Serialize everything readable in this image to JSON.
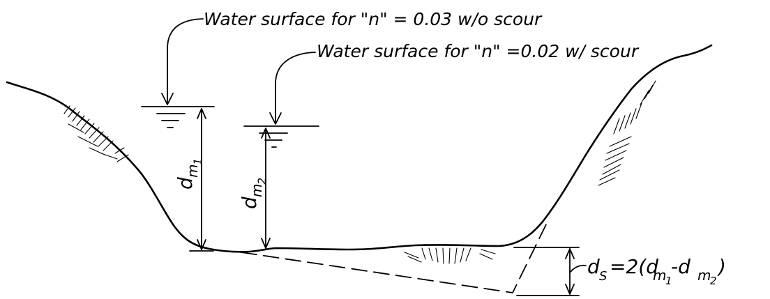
{
  "labels": {
    "ws_without_scour": "Water surface for \"n\" = 0.03 w/o scour",
    "ws_with_scour": "Water surface for \"n\" =0.02 w/ scour",
    "dm1_main": "d",
    "dm1_sub1": "m",
    "dm1_sub2": "1",
    "dm2_main": "d",
    "dm2_sub1": "m",
    "dm2_sub2": "2",
    "ds_main": "d",
    "ds_sub": "S",
    "ds_eq": "=2(d",
    "ds_m1": "m",
    "ds_1": "1",
    "ds_minus": "-d",
    "ds_m2": "m",
    "ds_2": "2",
    "ds_close": ")"
  }
}
